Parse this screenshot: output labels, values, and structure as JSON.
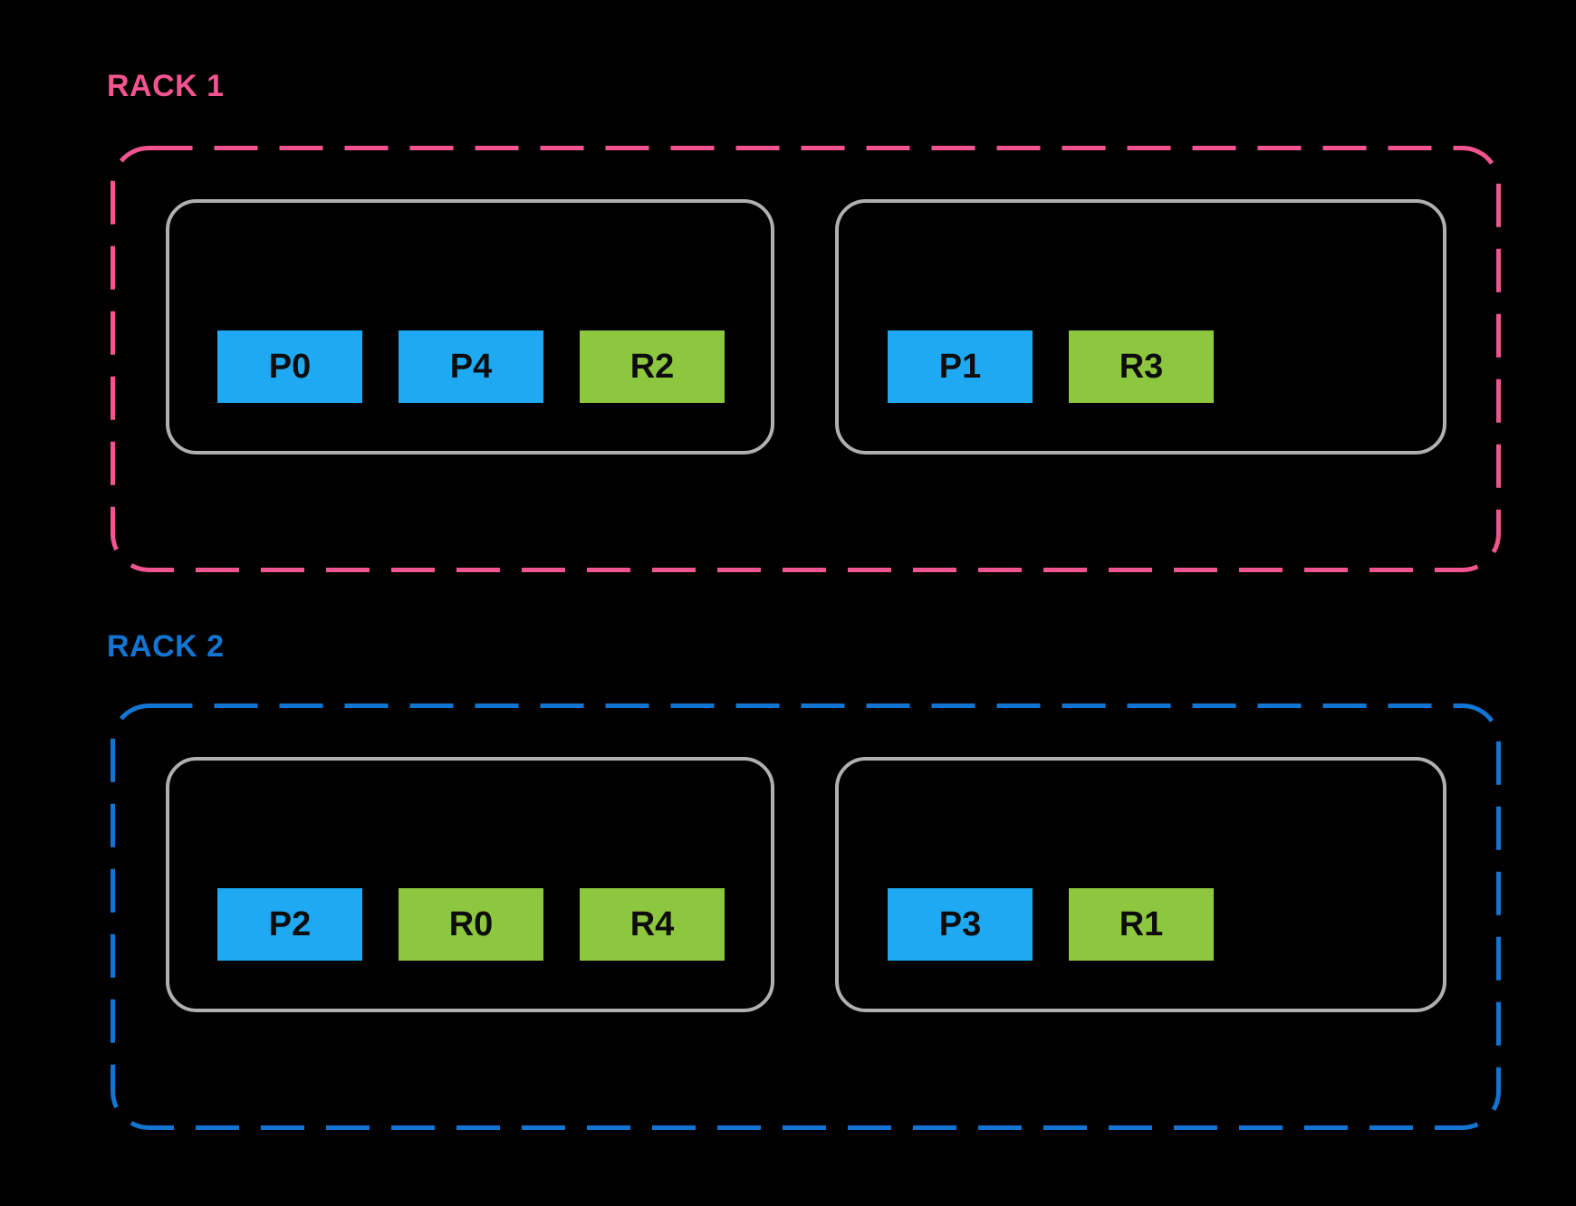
{
  "colors": {
    "background": "#000000",
    "rack1_accent": "#F2548F",
    "rack2_accent": "#1375D2",
    "primary_box": "#1FA9F2",
    "replica_box": "#8DC63F",
    "host_border": "#B0B0B0",
    "box_text": "#0D0D0D"
  },
  "racks": [
    {
      "label": "RACK 1",
      "accent": "#F2548F",
      "hosts": [
        {
          "boxes": [
            {
              "label": "P0",
              "kind": "primary"
            },
            {
              "label": "P4",
              "kind": "primary"
            },
            {
              "label": "R2",
              "kind": "replica"
            }
          ]
        },
        {
          "boxes": [
            {
              "label": "P1",
              "kind": "primary"
            },
            {
              "label": "R3",
              "kind": "replica"
            }
          ]
        }
      ]
    },
    {
      "label": "RACK 2",
      "accent": "#1375D2",
      "hosts": [
        {
          "boxes": [
            {
              "label": "P2",
              "kind": "primary"
            },
            {
              "label": "R0",
              "kind": "replica"
            },
            {
              "label": "R4",
              "kind": "replica"
            }
          ]
        },
        {
          "boxes": [
            {
              "label": "P3",
              "kind": "primary"
            },
            {
              "label": "R1",
              "kind": "replica"
            }
          ]
        }
      ]
    }
  ]
}
